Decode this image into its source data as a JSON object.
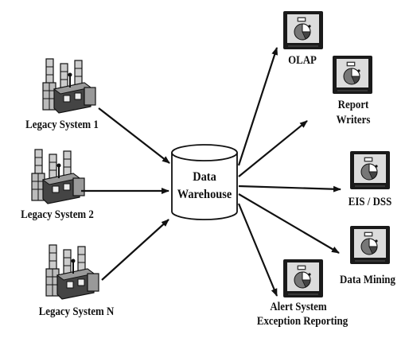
{
  "sources": [
    {
      "label": "Legacy System 1",
      "icon": "factory-icon"
    },
    {
      "label": "Legacy System 2",
      "icon": "factory-icon"
    },
    {
      "label": "Legacy System N",
      "icon": "factory-icon"
    }
  ],
  "hub": {
    "line1": "Data",
    "line2": "Warehouse",
    "icon": "cylinder-icon"
  },
  "outputs": [
    {
      "label": "OLAP",
      "icon": "monitor-pie-icon"
    },
    {
      "label": "Report",
      "label2": "Writers",
      "icon": "monitor-pie-icon"
    },
    {
      "label": "EIS / DSS",
      "icon": "monitor-pie-icon"
    },
    {
      "label": "Data Mining",
      "icon": "monitor-pie-icon"
    },
    {
      "label": "Alert System",
      "label2": "Exception Reporting",
      "icon": "monitor-pie-icon"
    }
  ],
  "colors": {
    "ink": "#111111",
    "screen": "#dcdcdc",
    "frame": "#1a1a1a"
  }
}
